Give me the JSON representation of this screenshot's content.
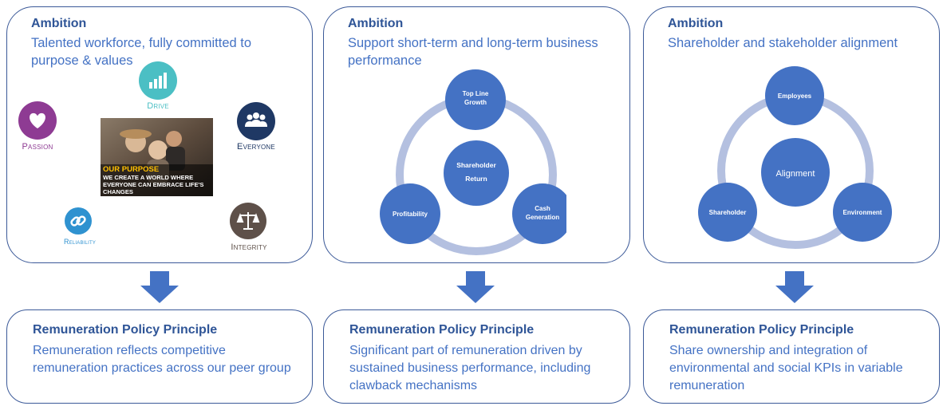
{
  "panels": [
    {
      "ambition_label": "Ambition",
      "ambition_text": "Talented workforce, fully committed to purpose & values",
      "values": [
        {
          "label": "Drive",
          "color": "#4bbfc4",
          "icon": "bar-chart-icon"
        },
        {
          "label": "Passion",
          "color": "#8e3b93",
          "icon": "heart-icon"
        },
        {
          "label": "Everyone",
          "color": "#1f3864",
          "icon": "people-group-icon"
        },
        {
          "label": "Reliability",
          "color": "#2f92d0",
          "icon": "link-icon"
        },
        {
          "label": "Integrity",
          "color": "#5e5049",
          "icon": "scales-icon"
        }
      ],
      "purpose": {
        "heading": "OUR PURPOSE",
        "text": "WE CREATE A WORLD WHERE EVERYONE CAN EMBRACE LIFE'S CHANGES"
      },
      "principle_label": "Remuneration Policy Principle",
      "principle_text": "Remuneration reflects competitive remuneration practices across our peer group"
    },
    {
      "ambition_label": "Ambition",
      "ambition_text": "Support short-term and long-term business  performance",
      "cycle": {
        "center": "Shareholder Return",
        "nodes": [
          "Top Line Growth",
          "Cash Generation",
          "Profitability"
        ]
      },
      "principle_label": "Remuneration Policy Principle",
      "principle_text": "Significant part of remuneration driven by sustained business performance, including clawback mechanisms"
    },
    {
      "ambition_label": "Ambition",
      "ambition_text": "Shareholder and stakeholder alignment",
      "cycle": {
        "center": "Alignment",
        "nodes": [
          "Employees",
          "Environment",
          "Shareholder"
        ]
      },
      "principle_label": "Remuneration Policy Principle",
      "principle_text": "Share ownership and integration of environmental and social KPIs in variable remuneration"
    }
  ],
  "colors": {
    "panel_border": "#3b5998",
    "title": "#2f5597",
    "text": "#4472c4",
    "node_fill": "#4472c4",
    "ring": "#b4c0e0",
    "arrow": "#4472c4",
    "purpose_heading": "#ffc000"
  }
}
